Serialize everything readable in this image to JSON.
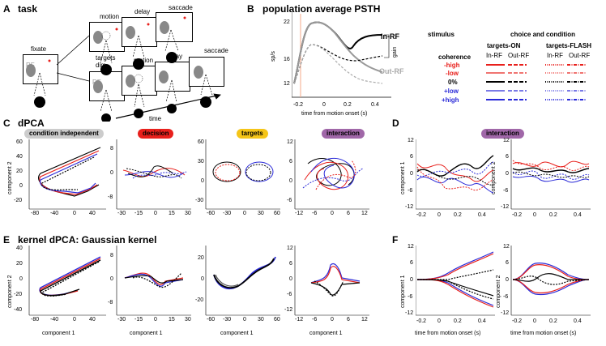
{
  "panels": {
    "A": "A",
    "B": "B",
    "C": "C",
    "D": "D",
    "E": "E",
    "F": "F"
  },
  "panel_a": {
    "title": "task",
    "steps": {
      "fixate": "fixate",
      "motion": "motion",
      "delay": "delay",
      "saccade": "saccade",
      "targets_dim": "targets\ndim",
      "motion2": "motion",
      "delay2": "delay",
      "saccade2": "saccade",
      "rf": "RF",
      "time": "time"
    }
  },
  "panel_b": {
    "title": "population average PSTH",
    "ylabel": "sp/s",
    "xlabel": "time from motion onset (s)",
    "label_in": "In-RF",
    "label_out": "Out-RF",
    "label_gain": "gain",
    "yticks": [
      "22",
      "16",
      "12"
    ],
    "xticks": [
      "-0.2",
      "0",
      "0.2",
      "0.4"
    ]
  },
  "legend": {
    "stimulus": "stimulus",
    "choice_condition": "choice and condition",
    "targets_on": "targets-ON",
    "targets_flash": "targets-FLASH",
    "in_rf": "In-RF",
    "out_rf": "Out-RF",
    "in_rf2": "In-RF",
    "out_rf2": "Out-RF",
    "coherence": "coherence",
    "rows": [
      {
        "label": "-high",
        "color": "#e8201c"
      },
      {
        "label": "-low",
        "color": "#e8201c"
      },
      {
        "label": "0%",
        "color": "#000000"
      },
      {
        "label": "+low",
        "color": "#2a2ad8"
      },
      {
        "label": "+high",
        "color": "#2a2ad8"
      }
    ]
  },
  "panel_c": {
    "title": "dPCA",
    "tags": [
      {
        "label": "condition independent",
        "color": "#cccccc"
      },
      {
        "label": "decision",
        "color": "#e8201c"
      },
      {
        "label": "targets",
        "color": "#f5c518"
      },
      {
        "label": "interaction",
        "color": "#a067a8"
      }
    ],
    "ylabel": "component 2",
    "xticks": [
      [
        "-80",
        "-40",
        "0",
        "40"
      ],
      [
        "-30",
        "-15",
        "0",
        "15",
        "30"
      ],
      [
        "-60",
        "-30",
        "0",
        "30",
        "60"
      ],
      [
        "-12",
        "-6",
        "0",
        "6",
        "12"
      ]
    ],
    "yticks": [
      [
        "60",
        "40",
        "20",
        "0",
        "-20"
      ],
      [
        "8",
        "0",
        "-8"
      ],
      [
        "60",
        "30",
        "0",
        "-30"
      ],
      [
        "12",
        "6",
        "0",
        "-6"
      ]
    ]
  },
  "panel_d": {
    "tag": "interaction",
    "tag_color": "#a067a8",
    "ylabel": "component 1",
    "ylabel2": "component 2",
    "yticks": [
      "12",
      "6",
      "0",
      "-6",
      "-12"
    ],
    "xticks": [
      "-0.2",
      "0",
      "0.2",
      "0.4"
    ]
  },
  "panel_e": {
    "title": "kernel dPCA: Gaussian kernel",
    "ylabel": "component 2",
    "xlabel": "component 1",
    "xticks": [
      [
        "-80",
        "-40",
        "0",
        "40"
      ],
      [
        "-30",
        "-15",
        "0",
        "15",
        "30"
      ],
      [
        "-60",
        "-30",
        "0",
        "30",
        "60"
      ],
      [
        "-12",
        "-6",
        "0",
        "6",
        "12"
      ]
    ],
    "yticks": [
      [
        "40",
        "20",
        "0",
        "-20",
        "-40"
      ],
      [
        "8",
        "0",
        "-8"
      ],
      [
        "20",
        "0",
        "-20"
      ],
      [
        "12",
        "6",
        "0",
        "-6",
        "-12"
      ]
    ]
  },
  "panel_f": {
    "ylabel": "component 1",
    "ylabel2": "component 2",
    "xlabel": "time from motion onset (s)",
    "yticks": [
      "12",
      "6",
      "0",
      "-6",
      "-12"
    ],
    "xticks": [
      "-0.2",
      "0",
      "0.2",
      "0.4"
    ]
  }
}
